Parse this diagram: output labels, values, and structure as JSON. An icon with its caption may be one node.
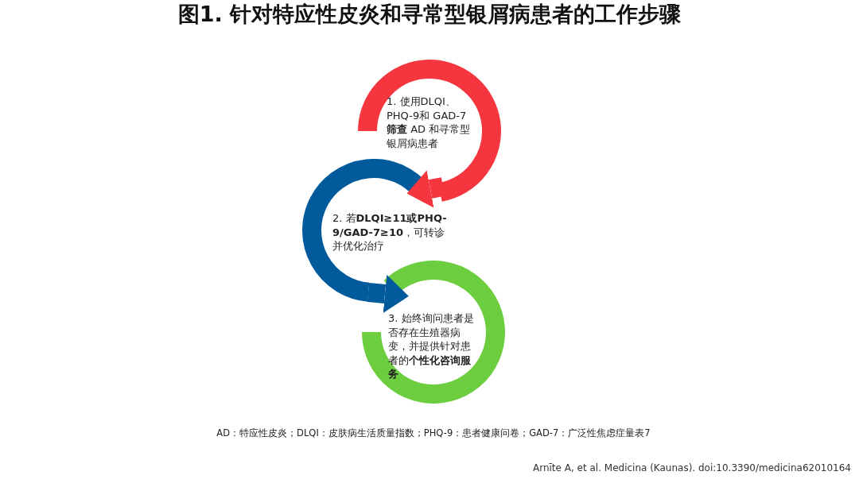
{
  "diagram": {
    "title": "图1. 针对特应性皮炎和寻常型银屑病患者的工作步骤",
    "nodes": [
      {
        "text": [
          "1. 使用DLQI、PHQ-9和 GAD-7 **筛查** AD 和寻常型银屑病患者"
        ]
      },
      {
        "text": [
          "2. 若**DLQI≥11或PHQ-9/GAD-7≥10**，可转诊并优化治疗"
        ]
      },
      {
        "text": [
          "3. 始终询问患者是否存在生殖器病变，并提供针对患者的**个性化咨询服务**"
        ]
      }
    ],
    "edges": [
      {
        "from": 0,
        "to": 1,
        "arrow": "to",
        "color": "#f5363e"
      },
      {
        "from": 1,
        "to": 2,
        "arrow": "to",
        "color": "#005a9c"
      }
    ],
    "labels": [
      "AD：特应性皮炎；DLQI：皮肤病生活质量指数；PHQ-9：患者健康问卷；GAD-7：广泛性焦虑症量表7",
      "Arnīte A,  et al.  Medicina (Kaunas). doi:10.3390/medicina62010164"
    ]
  }
}
